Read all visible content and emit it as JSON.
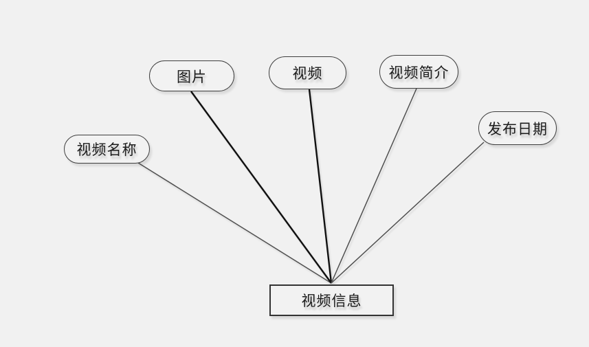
{
  "diagram": {
    "type": "er-attribute-diagram",
    "background_color": "#f1f1f1",
    "shape_fill_color": "#f2f2f2",
    "shape_border_color": "#3d3d3d",
    "line_color_thin": "#4f4f4f",
    "line_color_thick": "#101010",
    "entity": {
      "label": "视频信息",
      "shape": "rectangle"
    },
    "attributes": [
      {
        "label": "视频名称",
        "shape": "ellipse"
      },
      {
        "label": "图片",
        "shape": "ellipse"
      },
      {
        "label": "视频",
        "shape": "ellipse"
      },
      {
        "label": "视频简介",
        "shape": "ellipse"
      },
      {
        "label": "发布日期",
        "shape": "ellipse"
      }
    ],
    "edges": [
      {
        "from": "视频名称",
        "to": "视频信息",
        "weight": "thin"
      },
      {
        "from": "图片",
        "to": "视频信息",
        "weight": "thick"
      },
      {
        "from": "视频",
        "to": "视频信息",
        "weight": "thick"
      },
      {
        "from": "视频简介",
        "to": "视频信息",
        "weight": "thin"
      },
      {
        "from": "发布日期",
        "to": "视频信息",
        "weight": "thin"
      }
    ]
  }
}
